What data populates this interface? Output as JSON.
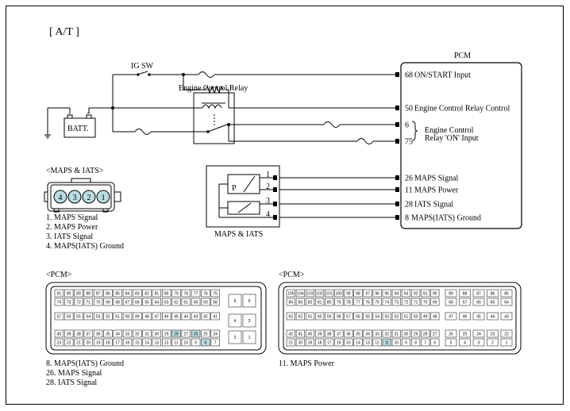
{
  "title": "[ A/T ]",
  "pcm_label": "PCM",
  "ig_sw_label": "IG SW",
  "relay_label": "Engine Control Relay",
  "batt_label": "BATT.",
  "pcm_pins": [
    {
      "num": "68",
      "label": "ON/START Input"
    },
    {
      "num": "50",
      "label": "Engine Control Relay Control"
    },
    {
      "num": "6",
      "label": ""
    },
    {
      "num": "75",
      "label": ""
    },
    {
      "num": "26",
      "label": "MAPS Signal"
    },
    {
      "num": "11",
      "label": "MAPS Power"
    },
    {
      "num": "28",
      "label": "IATS Signal"
    },
    {
      "num": "8",
      "label": "MAPS(IATS) Ground"
    }
  ],
  "relay_on_input_line1": "Engine Control",
  "relay_on_input_line2": "Relay 'ON' Input",
  "maps_iats_label": "MAPS & IATS",
  "maps_sensor_letter": "P",
  "maps_pins": [
    "1",
    "2",
    "3",
    "4"
  ],
  "connector_title": "<MAPS & IATS>",
  "connector_pins": [
    "4",
    "3",
    "2",
    "1"
  ],
  "maps_legend": [
    "1. MAPS Signal",
    "2. MAPS Power",
    "3. IATS Signal",
    "4. MAPS(IATS) Ground"
  ],
  "pcm_conn_left": {
    "title": "<PCM>",
    "row1": [
      "91",
      "90",
      "89",
      "88",
      "87",
      "86",
      "85",
      "84",
      "83",
      "82",
      "81",
      "80",
      "79",
      "78",
      "77",
      "76",
      "75"
    ],
    "row2": [
      "74",
      "73",
      "72",
      "71",
      "70",
      "69",
      "68",
      "67",
      "66",
      "65",
      "64",
      "63",
      "62",
      "61",
      "60",
      "59",
      "58"
    ],
    "row3": [
      "57",
      "56",
      "55",
      "54",
      "53",
      "52",
      "51",
      "50",
      "49",
      "48",
      "47",
      "46",
      "45",
      "44",
      "43",
      "42",
      "41"
    ],
    "row4": [
      "40",
      "39",
      "38",
      "37",
      "36",
      "35",
      "34",
      "33",
      "32",
      "31",
      "30",
      "29",
      "28",
      "27",
      "26",
      "25",
      "24"
    ],
    "row5": [
      "23",
      "22",
      "21",
      "20",
      "19",
      "18",
      "17",
      "16",
      "15",
      "14",
      "13",
      "12",
      "11",
      "10",
      "9",
      "8",
      "7"
    ],
    "side_top": [
      "6",
      "5"
    ],
    "side_mid": [
      "4",
      "3"
    ],
    "side_bot": [
      "2",
      "1"
    ],
    "highlight": [
      "8",
      "26",
      "28"
    ]
  },
  "pcm_conn_right": {
    "title": "<PCM>",
    "row1": [
      "105",
      "104",
      "103",
      "102",
      "101",
      "100",
      "99",
      "98",
      "97",
      "96",
      "95",
      "94",
      "93",
      "92",
      "91",
      "90",
      "89",
      "88",
      "87",
      "86",
      "85"
    ],
    "row2": [
      "84",
      "83",
      "82",
      "81",
      "80",
      "79",
      "78",
      "77",
      "76",
      "75",
      "74",
      "73",
      "72",
      "71",
      "70",
      "69",
      "68",
      "67",
      "66",
      "65",
      "64"
    ],
    "row3": [
      "63",
      "62",
      "61",
      "60",
      "59",
      "58",
      "57",
      "56",
      "55",
      "54",
      "53",
      "52",
      "51",
      "50",
      "49",
      "48",
      "47",
      "46",
      "45",
      "44",
      "43"
    ],
    "row4": [
      "42",
      "41",
      "40",
      "39",
      "38",
      "37",
      "36",
      "35",
      "34",
      "33",
      "32",
      "31",
      "30",
      "29",
      "28",
      "27",
      "26",
      "25",
      "24",
      "23",
      "22"
    ],
    "row5": [
      "21",
      "20",
      "19",
      "18",
      "17",
      "16",
      "15",
      "14",
      "13",
      "12",
      "11",
      "10",
      "9",
      "8",
      "7",
      "6",
      "5",
      "4",
      "3",
      "2",
      "1"
    ],
    "highlight": [
      "11"
    ]
  },
  "pcm_left_legend": [
    "8. MAPS(IATS) Ground",
    "26. MAPS Signal",
    "28. IATS Signal"
  ],
  "pcm_right_legend": [
    "11. MAPS Power"
  ]
}
